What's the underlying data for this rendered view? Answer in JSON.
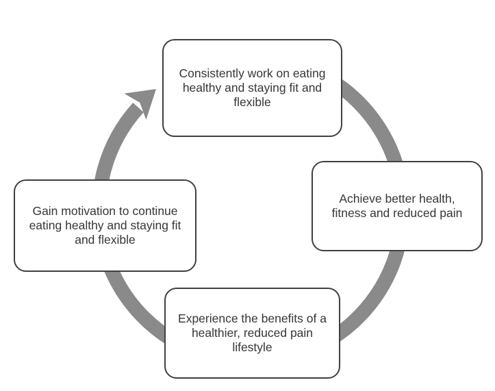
{
  "diagram": {
    "type": "cycle",
    "direction": "clockwise",
    "colors": {
      "arrow": "#8a8a8a",
      "node_border": "#3f3f3f",
      "node_fill": "#ffffff",
      "text": "#363636"
    },
    "nodes": [
      {
        "position": "top",
        "label": "Consistently work on eating healthy and staying fit and flexible"
      },
      {
        "position": "right",
        "label": "Achieve better health, fitness and reduced pain"
      },
      {
        "position": "bottom",
        "label": "Experience the benefits of a healthier, reduced pain lifestyle"
      },
      {
        "position": "left",
        "label": "Gain motivation to continue eating healthy and staying fit and flexible"
      }
    ]
  }
}
